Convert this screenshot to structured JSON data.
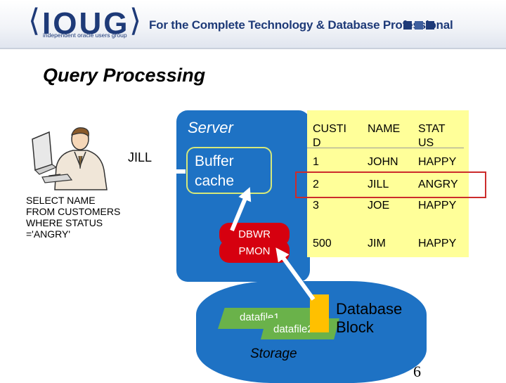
{
  "header": {
    "logo_open": "⟨",
    "logo_word": "IOUG",
    "logo_close": "⟩",
    "logo_subtitle": "independent oracle users group",
    "tagline": "For the Complete Technology & Database Professional",
    "squares": [
      "#1e3a78",
      "#3f5f9e",
      "#1e3a78"
    ]
  },
  "slide": {
    "title": "Query Processing",
    "page_number": "6"
  },
  "user": {
    "name": "JILL",
    "query": "SELECT NAME\nFROM CUSTOMERS\nWHERE STATUS\n='ANGRY'"
  },
  "server": {
    "label": "Server",
    "buffer_cache": "Buffer\ncache",
    "processes": [
      "DBWR",
      "PMON"
    ]
  },
  "table": {
    "headers": [
      "CUSTID",
      "NAME",
      "STATUS"
    ],
    "rows": [
      [
        "1",
        "JOHN",
        "HAPPY"
      ],
      [
        "2",
        "JILL",
        "ANGRY"
      ],
      [
        "3",
        "JOE",
        "HAPPY"
      ],
      [
        "500",
        "JIM",
        "HAPPY"
      ]
    ]
  },
  "storage": {
    "label": "Storage",
    "datafiles": [
      "datafile1",
      "datafile2"
    ],
    "block_label": "Database\nBlock"
  },
  "colors": {
    "server_blue": "#1e72c4",
    "process_red": "#d6000f",
    "table_yellow": "#ffff99",
    "datafile_green": "#6ab24a",
    "block_orange": "#ffc000",
    "highlight_red": "#cc2c2c",
    "buffer_border": "#d5e87a"
  }
}
